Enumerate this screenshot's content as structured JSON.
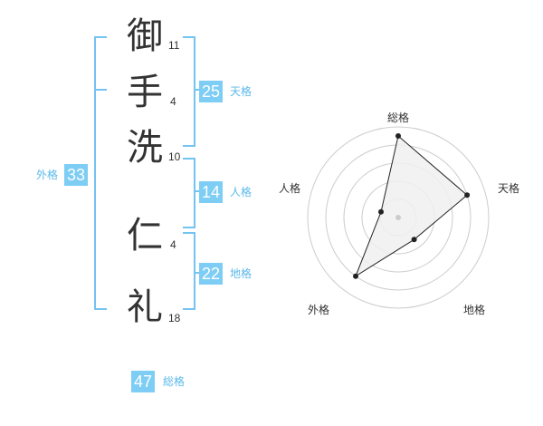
{
  "characters": [
    {
      "char": "御",
      "strokes": "11"
    },
    {
      "char": "手",
      "strokes": "4"
    },
    {
      "char": "洗",
      "strokes": "10"
    },
    {
      "char": "仁",
      "strokes": "4"
    },
    {
      "char": "礼",
      "strokes": "18"
    }
  ],
  "kakaku": {
    "tenkaku": {
      "value": "25",
      "label": "天格"
    },
    "jinkaku": {
      "value": "14",
      "label": "人格"
    },
    "chikaku": {
      "value": "22",
      "label": "地格"
    },
    "gaikaku": {
      "value": "33",
      "label": "外格"
    },
    "soukaku": {
      "value": "47",
      "label": "総格"
    }
  },
  "chart_data": {
    "type": "radar",
    "axes": [
      "総格",
      "天格",
      "地格",
      "外格",
      "人格"
    ],
    "values": [
      4.5,
      4.0,
      1.5,
      4.0,
      1.0
    ],
    "max": 5,
    "rings": 5,
    "colors": {
      "fill": "#f0f0f0",
      "line": "#222222",
      "grid": "#cccccc",
      "center": "#cccccc"
    }
  }
}
